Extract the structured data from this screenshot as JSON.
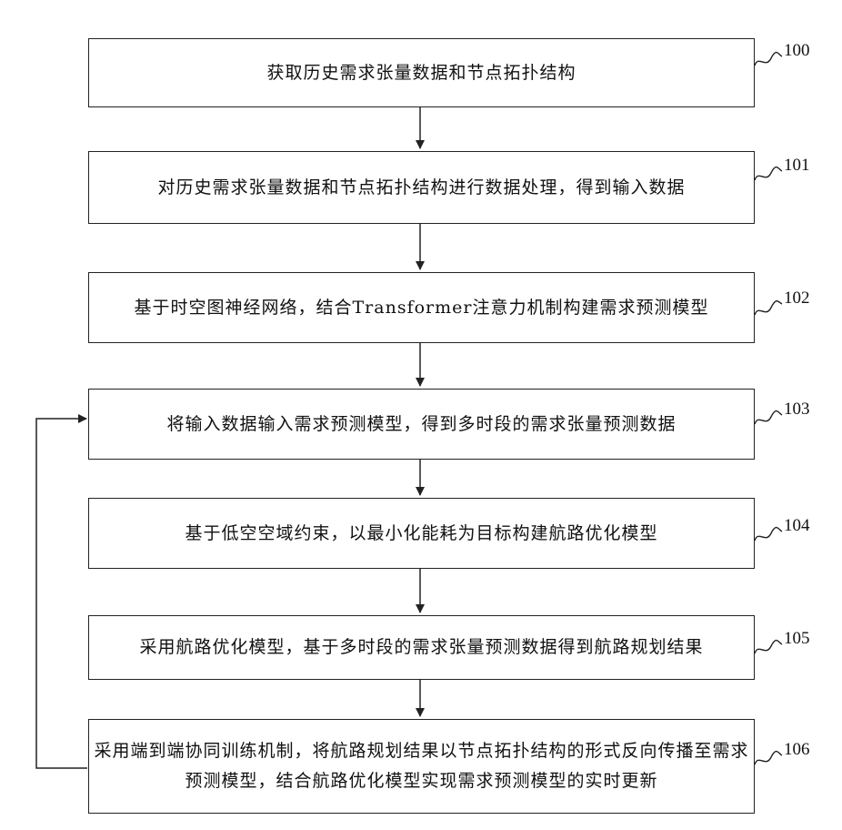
{
  "steps": [
    {
      "id": "100",
      "text": "获取历史需求张量数据和节点拓扑结构"
    },
    {
      "id": "101",
      "text": "对历史需求张量数据和节点拓扑结构进行数据处理，得到输入数据"
    },
    {
      "id": "102",
      "text": "基于时空图神经网络，结合Transformer注意力机制构建需求预测模型"
    },
    {
      "id": "103",
      "text": "将输入数据输入需求预测模型，得到多时段的需求张量预测数据"
    },
    {
      "id": "104",
      "text": "基于低空空域约束，以最小化能耗为目标构建航路优化模型"
    },
    {
      "id": "105",
      "text": "采用航路优化模型，基于多时段的需求张量预测数据得到航路规划结果"
    },
    {
      "id": "106",
      "text": "采用端到端协同训练机制，将航路规划结果以节点拓扑结构的形式反向传播至需求预测模型，结合航路优化模型实现需求预测模型的实时更新"
    }
  ]
}
